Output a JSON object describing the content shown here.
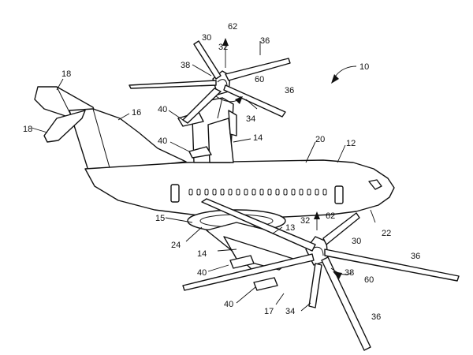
{
  "figure": {
    "labels": [
      {
        "id": "label-62-top",
        "text": "62"
      },
      {
        "id": "label-30-top",
        "text": "30"
      },
      {
        "id": "label-32-top",
        "text": "32"
      },
      {
        "id": "label-36-top-a",
        "text": "36"
      },
      {
        "id": "label-38-top",
        "text": "38"
      },
      {
        "id": "label-60-top",
        "text": "60"
      },
      {
        "id": "label-36-top-b",
        "text": "36"
      },
      {
        "id": "label-34-top",
        "text": "34"
      },
      {
        "id": "label-10",
        "text": "10"
      },
      {
        "id": "label-18-top",
        "text": "18"
      },
      {
        "id": "label-18-left",
        "text": "18"
      },
      {
        "id": "label-16",
        "text": "16"
      },
      {
        "id": "label-40-a",
        "text": "40"
      },
      {
        "id": "label-40-b",
        "text": "40"
      },
      {
        "id": "label-14-top",
        "text": "14"
      },
      {
        "id": "label-20",
        "text": "20"
      },
      {
        "id": "label-12",
        "text": "12"
      },
      {
        "id": "label-15",
        "text": "15"
      },
      {
        "id": "label-32-bottom",
        "text": "32"
      },
      {
        "id": "label-62-bottom",
        "text": "62"
      },
      {
        "id": "label-13",
        "text": "13"
      },
      {
        "id": "label-30-bottom",
        "text": "30"
      },
      {
        "id": "label-22",
        "text": "22"
      },
      {
        "id": "label-24",
        "text": "24"
      },
      {
        "id": "label-14-bottom",
        "text": "14"
      },
      {
        "id": "label-36-bottom-a",
        "text": "36"
      },
      {
        "id": "label-40-c",
        "text": "40"
      },
      {
        "id": "label-38-bottom",
        "text": "38"
      },
      {
        "id": "label-60-bottom",
        "text": "60"
      },
      {
        "id": "label-40-d",
        "text": "40"
      },
      {
        "id": "label-17",
        "text": "17"
      },
      {
        "id": "label-34-bottom",
        "text": "34"
      },
      {
        "id": "label-36-bottom-b",
        "text": "36"
      }
    ]
  }
}
